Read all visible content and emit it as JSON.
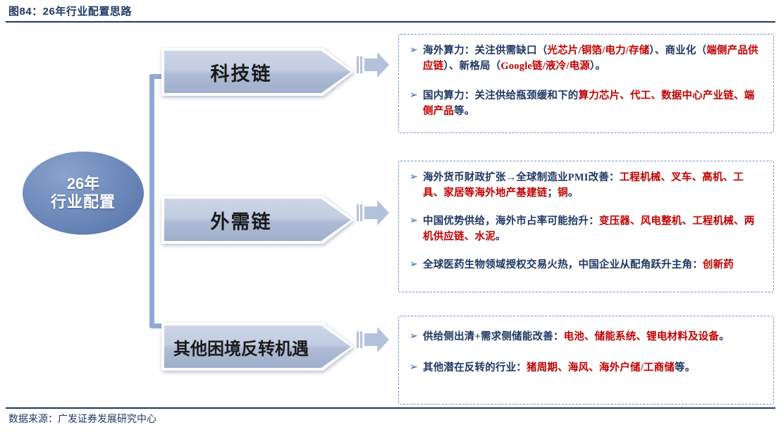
{
  "header": {
    "title": "图84：26年行业配置思路"
  },
  "footer": {
    "source": "数据来源：广发证券发展研究中心"
  },
  "root_node": {
    "line1": "26年",
    "line2": "行业配置"
  },
  "bullet_glyph": "➢",
  "branches": [
    {
      "id": "tech",
      "label": "科技链",
      "bullets": [
        {
          "segments": [
            {
              "text": "海外算力：关注供需缺口（",
              "style": "normal"
            },
            {
              "text": "光芯片/铜箔/电力/存储",
              "style": "highlight"
            },
            {
              "text": "）、商业化（",
              "style": "normal"
            },
            {
              "text": "端侧产品供应链",
              "style": "highlight"
            },
            {
              "text": "）、新格局（",
              "style": "normal"
            },
            {
              "text": "Google链/液冷/电源",
              "style": "highlight"
            },
            {
              "text": "）。",
              "style": "normal"
            }
          ]
        },
        {
          "segments": [
            {
              "text": "国内算力：关注供给瓶颈缓和下的",
              "style": "normal"
            },
            {
              "text": "算力芯片、代工、数据中心产业链、端侧产品",
              "style": "highlight"
            },
            {
              "text": "等。",
              "style": "normal"
            }
          ]
        }
      ]
    },
    {
      "id": "demand",
      "label": "外需链",
      "bullets": [
        {
          "segments": [
            {
              "text": "海外货币财政扩张→全球制造业PMI改善：",
              "style": "normal"
            },
            {
              "text": "工程机械、叉车、高机、工具、家居等海外地产基建链",
              "style": "highlight"
            },
            {
              "text": "；",
              "style": "normal"
            },
            {
              "text": "铜",
              "style": "highlight"
            },
            {
              "text": "。",
              "style": "normal"
            }
          ]
        },
        {
          "segments": [
            {
              "text": "中国优势供给，海外市占率可能抬升：",
              "style": "normal"
            },
            {
              "text": "变压器、风电整机、工程机械、两机供应链、水泥",
              "style": "highlight"
            },
            {
              "text": "。",
              "style": "normal"
            }
          ]
        },
        {
          "segments": [
            {
              "text": "全球医药生物领域授权交易火热，中国企业从配角跃升主角：",
              "style": "normal"
            },
            {
              "text": "创新药",
              "style": "highlight"
            }
          ]
        }
      ]
    },
    {
      "id": "other",
      "label": "其他困境反转机遇",
      "bullets": [
        {
          "segments": [
            {
              "text": "供给侧出清+需求侧储能改善：",
              "style": "normal"
            },
            {
              "text": "电池、储能系统、锂电材料及设备",
              "style": "highlight"
            },
            {
              "text": "。",
              "style": "normal"
            }
          ]
        },
        {
          "segments": [
            {
              "text": "其他潜在反转的行业：",
              "style": "normal"
            },
            {
              "text": "猪周期、海风、海外户储/工商储",
              "style": "highlight"
            },
            {
              "text": "等。",
              "style": "normal"
            }
          ]
        }
      ]
    }
  ],
  "colors": {
    "title": "#1f3864",
    "highlight": "#c00000",
    "body_text": "#1f3864",
    "node_fill": "#6b84b4",
    "chevron_fill": "#b8c4da",
    "connector": "#93a9d4",
    "box_border": "#6e8fd0"
  }
}
